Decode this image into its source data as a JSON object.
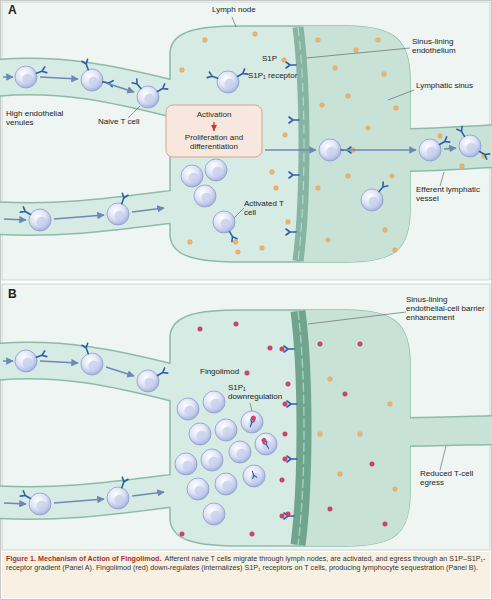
{
  "diagram": {
    "title": "Figure 1. Mechanism of Action of Fingolimod.",
    "caption": "Afferent naive T cells migrate through lymph nodes, are activated, and egress through an S1P–S1P₁-receptor gradient (Panel A). Fingolimod (red) down-regulates (internalizes) S1P₁ receptors on T cells, producing lymphocyte sequestration (Panel B).",
    "nodes": [
      {
        "text": [
          "Activation"
        ]
      },
      {
        "text": [
          "Proliferation and differentiation"
        ]
      }
    ],
    "edges": [
      {
        "from": 0,
        "to": 1,
        "arrow": "to"
      }
    ],
    "labels": [
      "A",
      "Lymph node",
      "S1P",
      "S1P₁ receptor",
      "Sinus-lining endothelium",
      "Lymphatic sinus",
      "High endothelial venules",
      "Naive T cell",
      "Activated T cell",
      "Efferent lymphatic vessel",
      "B",
      "Sinus-lining endothelial-cell barrier enhancement",
      "Fingolimod",
      "S1P₁ downregulation",
      "Reduced T-cell egress"
    ]
  }
}
